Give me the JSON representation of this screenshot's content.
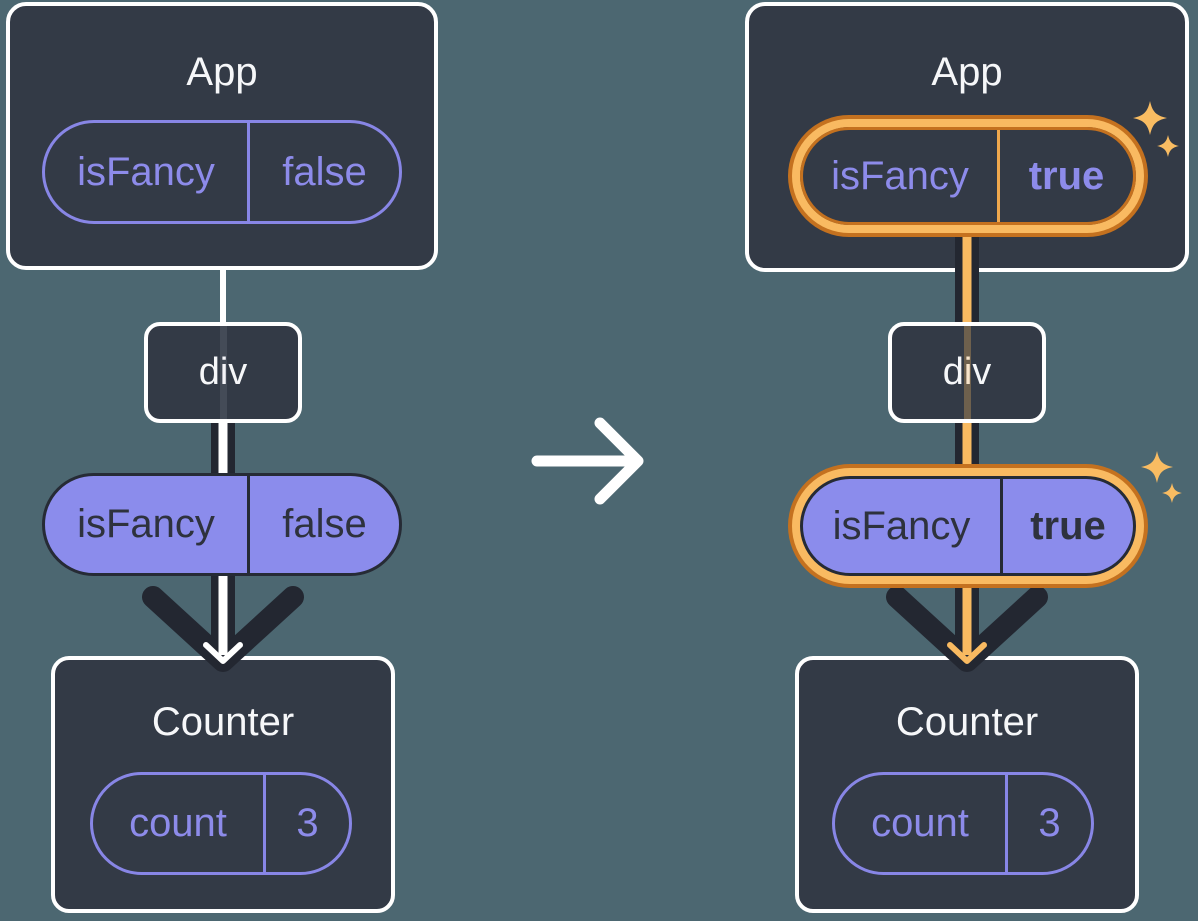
{
  "colors": {
    "background": "#4c6771",
    "card": "#333a46",
    "card_border": "#ffffff",
    "purple_outline": "#8886e6",
    "purple_text": "#8d8bea",
    "purple_fill": "#8b8cec",
    "dark_text": "#2e323d",
    "dark_arrow": "#232731",
    "orange_dark": "#c4711f",
    "orange_light": "#f9ba61",
    "sparkle": "#f9bc62"
  },
  "left": {
    "app": {
      "title": "App",
      "prop": {
        "name": "isFancy",
        "value": "false"
      }
    },
    "div_node": {
      "label": "div"
    },
    "passed_prop": {
      "name": "isFancy",
      "value": "false"
    },
    "counter": {
      "title": "Counter",
      "state": {
        "name": "count",
        "value": "3"
      }
    }
  },
  "right": {
    "app": {
      "title": "App",
      "prop": {
        "name": "isFancy",
        "value": "true"
      }
    },
    "div_node": {
      "label": "div"
    },
    "passed_prop": {
      "name": "isFancy",
      "value": "true"
    },
    "counter": {
      "title": "Counter",
      "state": {
        "name": "count",
        "value": "3"
      }
    }
  },
  "icons": {
    "transition_arrow": "right-arrow",
    "sparkle": "four-point-star",
    "props_flow_arrow": "down-arrow"
  }
}
